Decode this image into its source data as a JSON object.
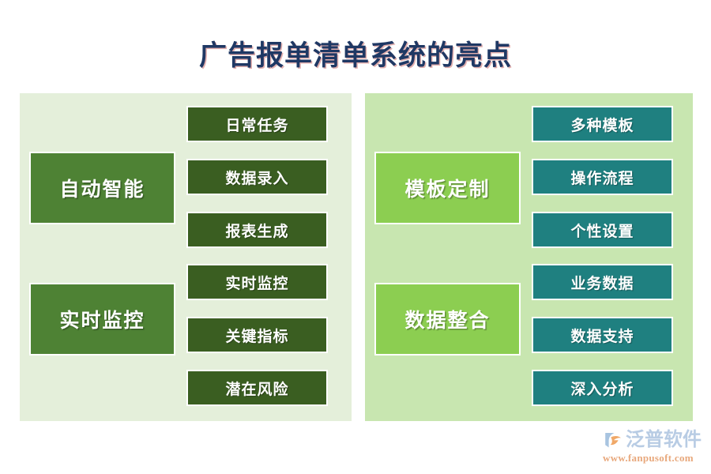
{
  "slide": {
    "title": "广告报单清单系统的亮点",
    "title_color": "#1f3864",
    "background": "#ffffff"
  },
  "panels": [
    {
      "id": "panel-left",
      "background": "#e4efda",
      "main_box_color": "#4e8234",
      "sub_box_color": "#3a5e21",
      "groups": [
        {
          "label": "自动智能",
          "items": [
            "日常任务",
            "数据录入",
            "报表生成"
          ]
        },
        {
          "label": "实时监控",
          "items": [
            "实时监控",
            "关键指标",
            "潜在风险"
          ]
        }
      ]
    },
    {
      "id": "panel-right",
      "background": "#c8e6b0",
      "main_box_color": "#8cce51",
      "sub_box_color": "#1f8080",
      "groups": [
        {
          "label": "模板定制",
          "items": [
            "多种模板",
            "操作流程",
            "个性设置"
          ]
        },
        {
          "label": "数据整合",
          "items": [
            "业务数据",
            "数据支持",
            "深入分析"
          ]
        }
      ]
    }
  ],
  "logo": {
    "name": "泛普软件",
    "url": "www.fanpusoft.com",
    "word_color": "#b8cce4",
    "url_color": "#e8a87c",
    "mark_blue": "#a8c4e0",
    "mark_orange": "#f0a868"
  }
}
